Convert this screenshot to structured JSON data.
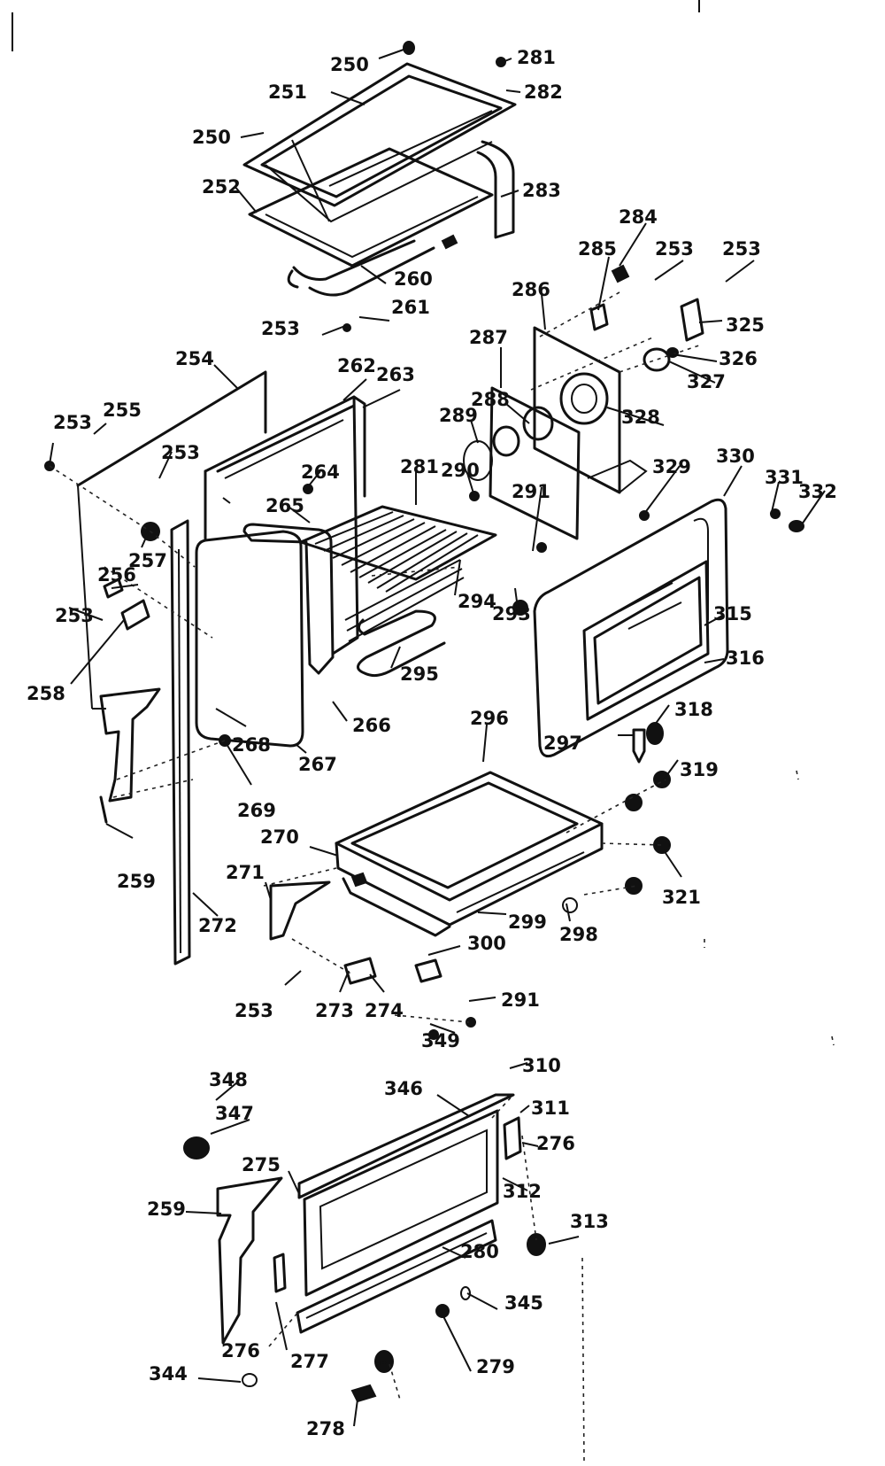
{
  "labels": [
    {
      "text": "250"
    },
    {
      "text": "281"
    },
    {
      "text": "251"
    },
    {
      "text": "282"
    },
    {
      "text": "250"
    },
    {
      "text": "283"
    },
    {
      "text": "252"
    },
    {
      "text": "284"
    },
    {
      "text": "285"
    },
    {
      "text": "253"
    },
    {
      "text": "253"
    },
    {
      "text": "260"
    },
    {
      "text": "286"
    },
    {
      "text": "261"
    },
    {
      "text": "325"
    },
    {
      "text": "253"
    },
    {
      "text": "287"
    },
    {
      "text": "326"
    },
    {
      "text": "254"
    },
    {
      "text": "262"
    },
    {
      "text": "263"
    },
    {
      "text": "288"
    },
    {
      "text": "327"
    },
    {
      "text": "255"
    },
    {
      "text": "289"
    },
    {
      "text": "328"
    },
    {
      "text": "253"
    },
    {
      "text": "253"
    },
    {
      "text": "264"
    },
    {
      "text": "281"
    },
    {
      "text": "290"
    },
    {
      "text": "329"
    },
    {
      "text": "330"
    },
    {
      "text": "331"
    },
    {
      "text": "332"
    },
    {
      "text": "291"
    },
    {
      "text": "265"
    },
    {
      "text": "256"
    },
    {
      "text": "257"
    },
    {
      "text": "294"
    },
    {
      "text": "293"
    },
    {
      "text": "315"
    },
    {
      "text": "253"
    },
    {
      "text": "316"
    },
    {
      "text": "295"
    },
    {
      "text": "258"
    },
    {
      "text": "266"
    },
    {
      "text": "268"
    },
    {
      "text": "267"
    },
    {
      "text": "296"
    },
    {
      "text": "318"
    },
    {
      "text": "297"
    },
    {
      "text": "319"
    },
    {
      "text": "269"
    },
    {
      "text": "270"
    },
    {
      "text": "271"
    },
    {
      "text": "259"
    },
    {
      "text": "321"
    },
    {
      "text": "272"
    },
    {
      "text": "299"
    },
    {
      "text": "298"
    },
    {
      "text": "300"
    },
    {
      "text": "253"
    },
    {
      "text": "273"
    },
    {
      "text": "274"
    },
    {
      "text": "291"
    },
    {
      "text": "349"
    },
    {
      "text": "348"
    },
    {
      "text": "310"
    },
    {
      "text": "346"
    },
    {
      "text": "311"
    },
    {
      "text": "347"
    },
    {
      "text": "276"
    },
    {
      "text": "275"
    },
    {
      "text": "312"
    },
    {
      "text": "259"
    },
    {
      "text": "313"
    },
    {
      "text": "280"
    },
    {
      "text": "345"
    },
    {
      "text": "276"
    },
    {
      "text": "277"
    },
    {
      "text": "279"
    },
    {
      "text": "344"
    },
    {
      "text": "278"
    }
  ]
}
